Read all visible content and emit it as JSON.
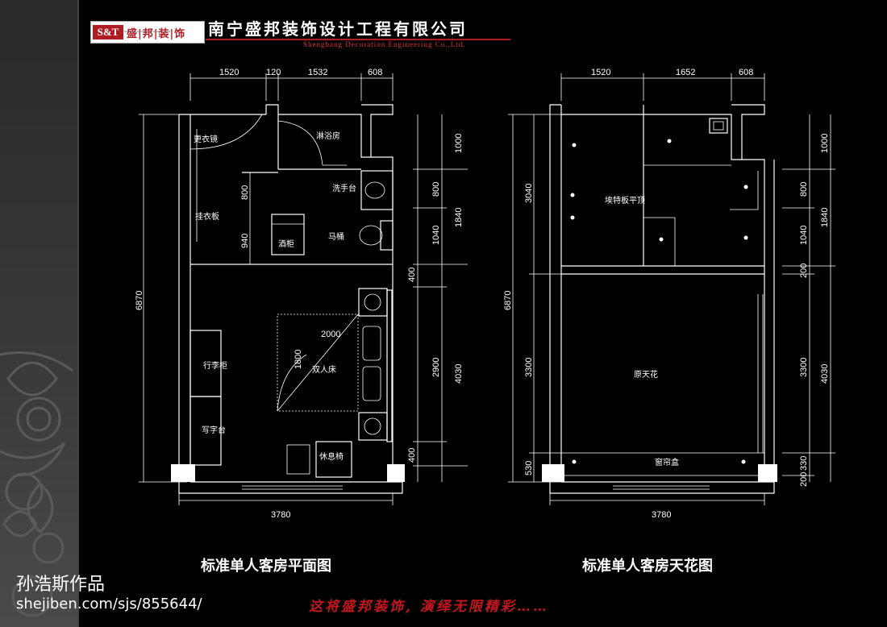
{
  "logo": {
    "mark": "S&T",
    "name": "盛|邦|装|饰",
    "tagline": "Shengbang Decoration Engineering Co.Ltd."
  },
  "company": {
    "name_cn": "南宁盛邦装饰设计工程有限公司",
    "name_en": "Shengbang Decoration Engineering Co.,Ltd."
  },
  "floor_plan": {
    "title": "标准单人客房平面图",
    "dims_top": [
      "1520",
      "120",
      "1532",
      "608"
    ],
    "dim_bottom": "3780",
    "dim_left": "6870",
    "dims_inner_left": [
      "800",
      "940"
    ],
    "dims_right": [
      "1000",
      "800",
      "1840",
      "1040",
      "400",
      "2900",
      "4030",
      "400"
    ],
    "bed_dims": [
      "2000",
      "1800"
    ],
    "labels": {
      "wardrobe_mirror": "更衣镜",
      "shower": "淋浴房",
      "basin": "洗手台",
      "hanger": "挂衣板",
      "toilet": "马桶",
      "bar": "酒柜",
      "luggage": "行李柜",
      "bed": "双人床",
      "desk": "写字台",
      "chair": "休息椅"
    }
  },
  "ceiling_plan": {
    "title": "标准单人客房天花图",
    "dims_top": [
      "1520",
      "1652",
      "608"
    ],
    "dim_bottom": "3780",
    "dims_left": [
      "6870",
      "3040",
      "3300",
      "530"
    ],
    "dims_right": [
      "1000",
      "800",
      "1840",
      "1040",
      "200",
      "3300",
      "4030",
      "330",
      "200"
    ],
    "labels": {
      "gypsum": "埃特板平顶",
      "original": "原天花",
      "curtain": "窗帘盒"
    }
  },
  "watermark": {
    "author": "孙浩斯作品",
    "url": "shejiben.com/sjs/855644/"
  },
  "slogan": "这将盛邦装饰, 演绎无限精彩……",
  "colors": {
    "brand_red": "#b01c24",
    "line": "#ffffff",
    "background": "#000000"
  }
}
